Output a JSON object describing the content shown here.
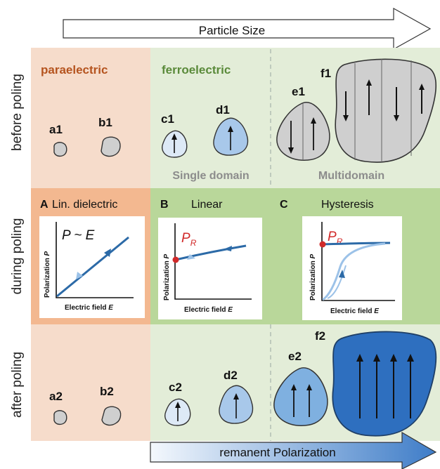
{
  "top_arrow": {
    "label": "Particle Size"
  },
  "bottom_arrow": {
    "label": "remanent Polarization"
  },
  "rows": {
    "before": "before poling",
    "during": "during poling",
    "after": "after poling"
  },
  "categories": {
    "paraelectric": "paraelectric",
    "ferroelectric": "ferroelectric"
  },
  "domain_labels": {
    "single": "Single domain",
    "multi": "Multidomain"
  },
  "particles": {
    "a1": "a1",
    "b1": "b1",
    "c1": "c1",
    "d1": "d1",
    "e1": "e1",
    "f1": "f1",
    "a2": "a2",
    "b2": "b2",
    "c2": "c2",
    "d2": "d2",
    "e2": "e2",
    "f2": "f2"
  },
  "panels": {
    "A": {
      "letter": "A",
      "title": "Lin. dielectric",
      "relation": "P ~ E"
    },
    "B": {
      "letter": "B",
      "title": "Linear"
    },
    "C": {
      "letter": "C",
      "title": "Hysteresis"
    }
  },
  "plot_axes": {
    "ylabel": "Polarization",
    "ylabel_var": "P",
    "xlabel": "Electric field",
    "xlabel_var": "E",
    "remanent": "P",
    "remanent_sub": "R"
  },
  "colors": {
    "para_bg": "#f6dccb",
    "ferro_light_bg": "#e3edd8",
    "ferro_mid_bg": "#b9d79a",
    "para_mid_bg": "#f3b890",
    "para_text": "#b5541f",
    "ferro_text": "#5a8a3a",
    "curve": "#2c6aa7",
    "remanent_dot": "#d12a2a",
    "light_blue": "#cfe2f4",
    "mid_blue": "#9cc2e8",
    "dark_blue": "#2e6fbf",
    "grey_particle": "#cfcfcf"
  }
}
